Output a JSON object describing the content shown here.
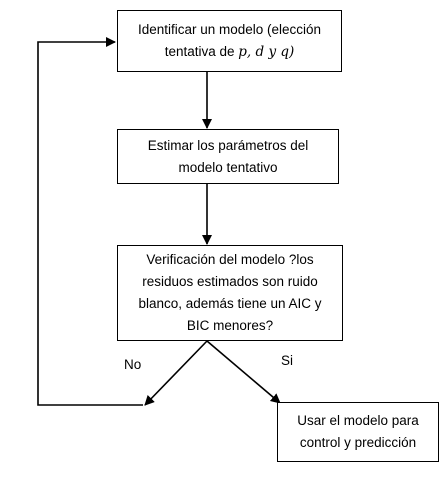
{
  "boxes": {
    "identify": {
      "line1": "Identificar un modelo (elección",
      "line2_prefix": "tentativa de ",
      "line2_math": "p, d  y  q)"
    },
    "estimate": {
      "line1": "Estimar los parámetros del",
      "line2": "modelo tentativo"
    },
    "verify": {
      "line1": "Verificación del modelo ?los",
      "line2": "residuos estimados son ruido",
      "line3": "blanco, además tiene un AIC y",
      "line4": "BIC menores?"
    },
    "use": {
      "line1": "Usar el modelo para",
      "line2": "control y predicción"
    }
  },
  "branches": {
    "no": "No",
    "yes": "Si"
  }
}
